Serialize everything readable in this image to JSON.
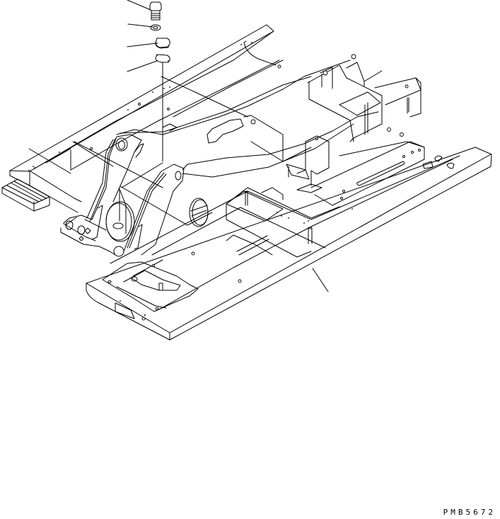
{
  "diagram": {
    "type": "exploded parts illustration (isometric line drawing)",
    "subject": "machine revolving frame with inspection cover plates",
    "drawing_number": "PMB5672",
    "background_color": "#ffffff",
    "line_color": "#000000",
    "callouts": [
      {
        "id": "callout-1",
        "part": "bolt",
        "leader_from": [
          180,
          0
        ],
        "leader_to": [
          213,
          14
        ]
      },
      {
        "id": "callout-2",
        "part": "washer",
        "leader_from": [
          181,
          34
        ],
        "leader_to": [
          216,
          38
        ]
      },
      {
        "id": "callout-3",
        "part": "cover-plate-upper",
        "leader_from": [
          180,
          65
        ],
        "leader_to": [
          221,
          61
        ]
      },
      {
        "id": "callout-4",
        "part": "cover-plate-lower",
        "leader_from": [
          180,
          100
        ],
        "leader_to": [
          222,
          85
        ]
      },
      {
        "id": "callout-5",
        "part": "revolving-frame",
        "leader_from": [
          464,
          412
        ],
        "leader_to": [
          442,
          379
        ]
      }
    ]
  }
}
